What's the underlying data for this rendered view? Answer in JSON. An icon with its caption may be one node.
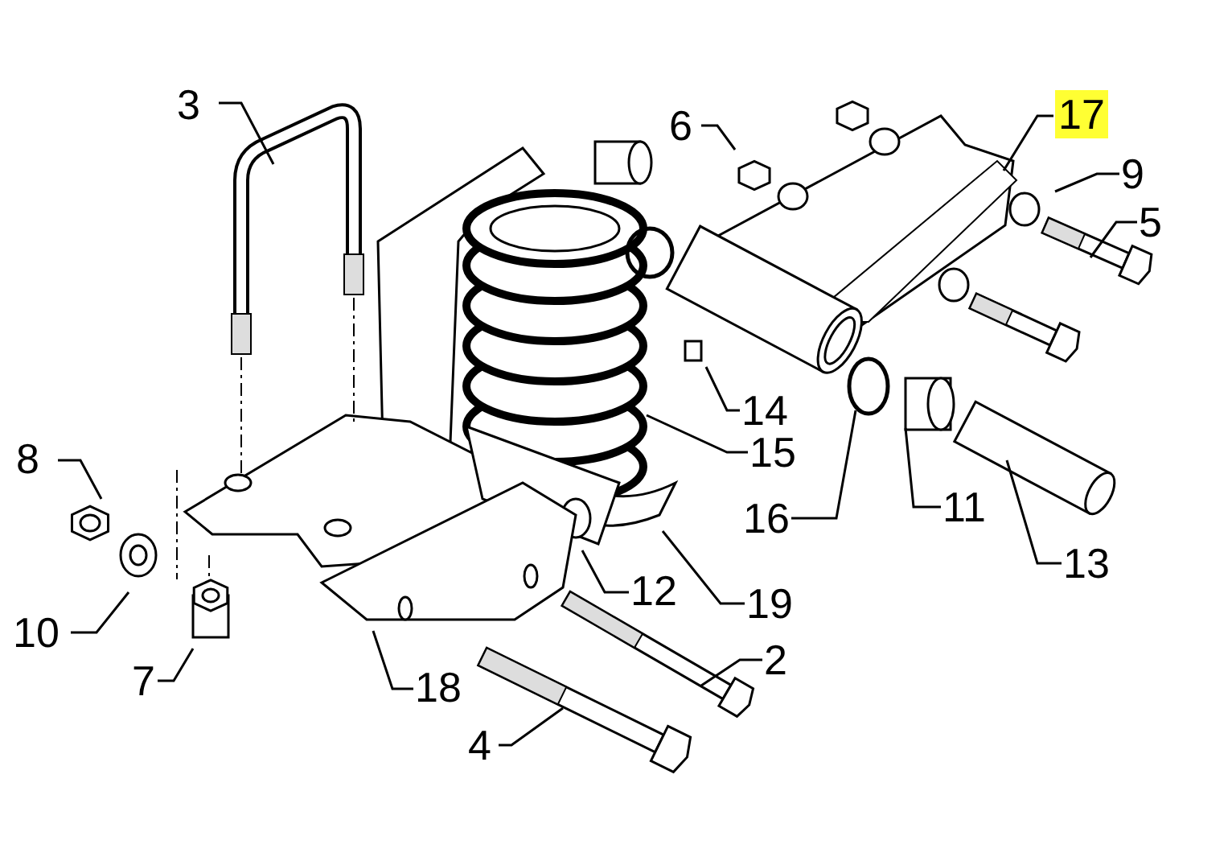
{
  "diagram": {
    "nodes": [
      {
        "text": [
          "3"
        ]
      },
      {
        "text": [
          "6"
        ]
      },
      {
        "text": [
          "17"
        ]
      },
      {
        "text": [
          "9"
        ]
      },
      {
        "text": [
          "5"
        ]
      },
      {
        "text": [
          "14"
        ]
      },
      {
        "text": [
          "15"
        ]
      },
      {
        "text": [
          "8"
        ]
      },
      {
        "text": [
          "16"
        ]
      },
      {
        "text": [
          "11"
        ]
      },
      {
        "text": [
          "13"
        ]
      },
      {
        "text": [
          "12"
        ]
      },
      {
        "text": [
          "19"
        ]
      },
      {
        "text": [
          "10"
        ]
      },
      {
        "text": [
          "2"
        ]
      },
      {
        "text": [
          "7"
        ]
      },
      {
        "text": [
          "18"
        ]
      },
      {
        "text": [
          "4"
        ]
      }
    ],
    "edges": [
      {
        "from": 0,
        "to": null,
        "arrow": "none"
      },
      {
        "from": 1,
        "to": null,
        "arrow": "none"
      },
      {
        "from": 2,
        "to": null,
        "arrow": "none"
      },
      {
        "from": 3,
        "to": null,
        "arrow": "none"
      },
      {
        "from": 4,
        "to": null,
        "arrow": "none"
      },
      {
        "from": 5,
        "to": null,
        "arrow": "none"
      },
      {
        "from": 6,
        "to": null,
        "arrow": "none"
      },
      {
        "from": 7,
        "to": null,
        "arrow": "none"
      },
      {
        "from": 8,
        "to": null,
        "arrow": "none"
      },
      {
        "from": 9,
        "to": null,
        "arrow": "none"
      },
      {
        "from": 10,
        "to": null,
        "arrow": "none"
      },
      {
        "from": 11,
        "to": null,
        "arrow": "none"
      },
      {
        "from": 12,
        "to": null,
        "arrow": "none"
      },
      {
        "from": 13,
        "to": null,
        "arrow": "none"
      },
      {
        "from": 14,
        "to": null,
        "arrow": "none"
      },
      {
        "from": 15,
        "to": null,
        "arrow": "none"
      },
      {
        "from": 16,
        "to": null,
        "arrow": "none"
      },
      {
        "from": 17,
        "to": null,
        "arrow": "none"
      }
    ]
  }
}
